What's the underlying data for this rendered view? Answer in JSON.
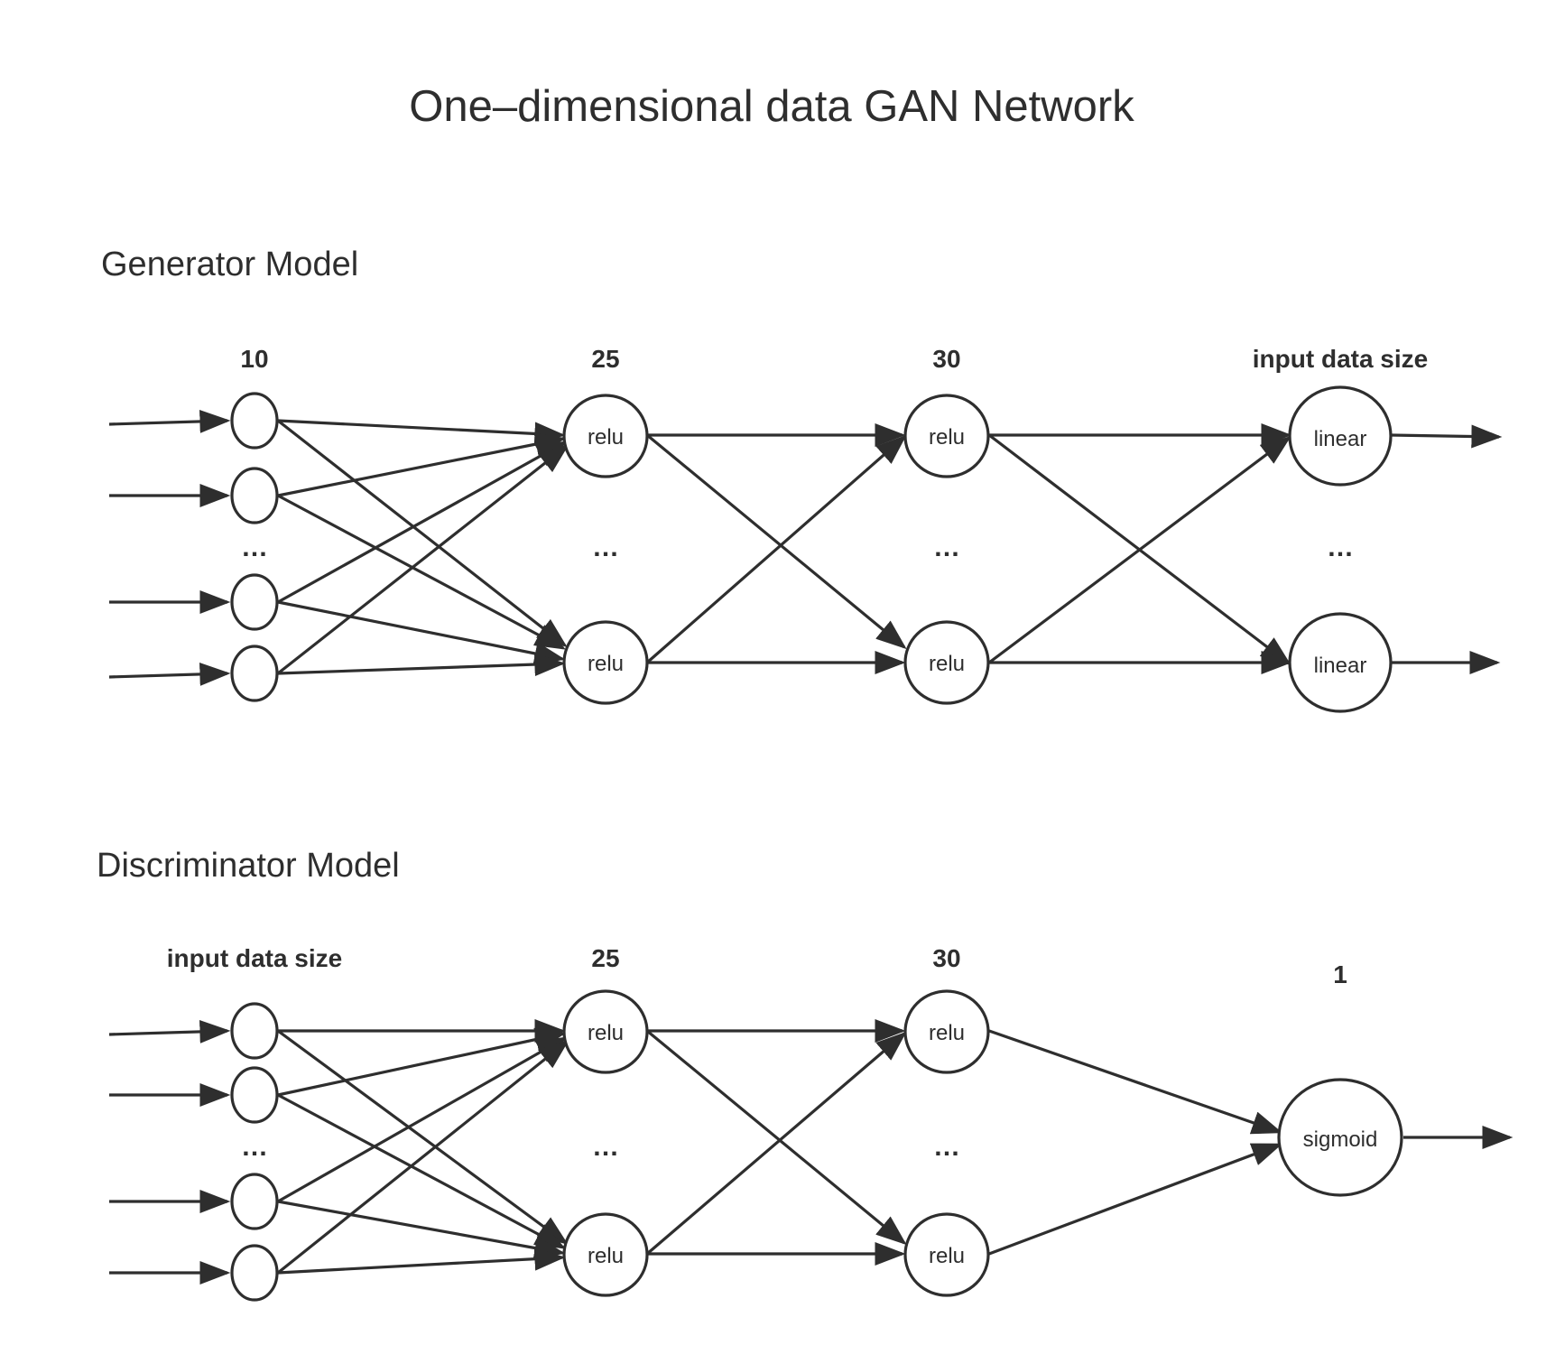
{
  "title": "One–dimensional data GAN Network",
  "generator": {
    "heading": "Generator Model",
    "layers": [
      {
        "size_label": "10",
        "activation": ""
      },
      {
        "size_label": "25",
        "activation": "relu"
      },
      {
        "size_label": "30",
        "activation": "relu"
      },
      {
        "size_label": "input data size",
        "activation": "linear"
      }
    ]
  },
  "discriminator": {
    "heading": "Discriminator Model",
    "layers": [
      {
        "size_label": "input data size",
        "activation": ""
      },
      {
        "size_label": "25",
        "activation": "relu"
      },
      {
        "size_label": "30",
        "activation": "relu"
      },
      {
        "size_label": "1",
        "activation": "sigmoid"
      }
    ]
  },
  "ellipsis": "…"
}
